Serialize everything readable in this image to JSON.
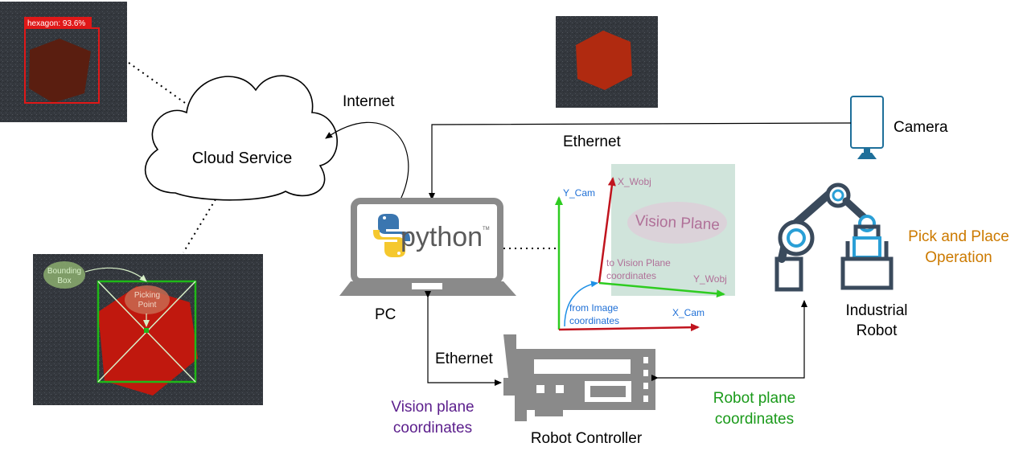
{
  "detection_label": "hexagon: 93.6%",
  "cloud_label": "Cloud Service",
  "internet_label": "Internet",
  "ethernet_top_label": "Ethernet",
  "camera_label": "Camera",
  "python_label": "python",
  "python_tm": "TM",
  "pc_label": "PC",
  "ethernet_bottom_label": "Ethernet",
  "vision_plane_coords_line1": "Vision plane",
  "vision_plane_coords_line2": "coordinates",
  "robot_controller_label": "Robot Controller",
  "robot_plane_coords_line1": "Robot plane",
  "robot_plane_coords_line2": "coordinates",
  "industrial_robot_line1": "Industrial",
  "industrial_robot_line2": "Robot",
  "pick_place_line1": "Pick and Place",
  "pick_place_line2": "Operation",
  "bounding_box_line1": "Bounding",
  "bounding_box_line2": "Box",
  "picking_point_line1": "Picking",
  "picking_point_line2": "Point",
  "coord": {
    "y_cam": "Y_Cam",
    "x_cam": "X_Cam",
    "x_wobj": "X_Wobj",
    "y_wobj": "Y_Wobj",
    "vision_plane": "Vision Plane",
    "to_vision_line1": "to Vision Plane",
    "to_vision_line2": "coordinates",
    "from_image_line1": "from Image",
    "from_image_line2": "coordinates"
  },
  "colors": {
    "purple": "#5b1e8c",
    "green": "#1a9a1a",
    "orange": "#cc7a00",
    "robot_dark": "#3a4a5c",
    "robot_blue": "#2a9fd6",
    "camera_blue": "#1e6f9a",
    "hexagon_red": "#b02a10"
  }
}
